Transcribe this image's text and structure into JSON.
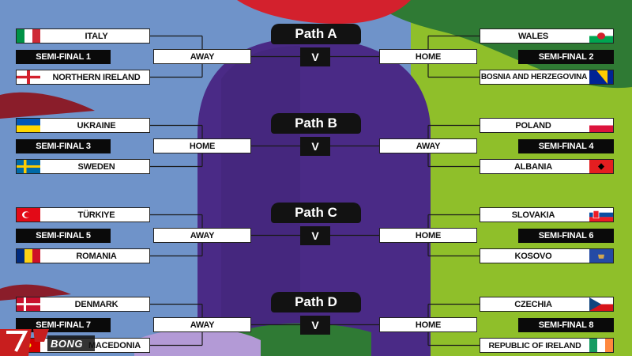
{
  "colors": {
    "background_blue": "#6f93c9",
    "purple": "#4a2a86",
    "green": "#8fbf2a",
    "dark_green": "#2f7a34",
    "red": "#d3212d",
    "box_dark": "#0a0a0a",
    "brand_red": "#c81e1e"
  },
  "paths": [
    {
      "label": "Path A",
      "vs": "V",
      "left": {
        "team1": "ITALY",
        "team1_flag": "italy-flag",
        "semi": "SEMI-FINAL 1",
        "team2": "NORTHERN IRELAND",
        "team2_flag": "northern-ireland-flag",
        "venue": "AWAY"
      },
      "right": {
        "team1": "WALES",
        "team1_flag": "wales-flag",
        "semi": "SEMI-FINAL 2",
        "team2": "BOSNIA AND HERZEGOVINA",
        "team2_flag": "bosnia-flag",
        "venue": "HOME"
      }
    },
    {
      "label": "Path B",
      "vs": "V",
      "left": {
        "team1": "UKRAINE",
        "team1_flag": "ukraine-flag",
        "semi": "SEMI-FINAL 3",
        "team2": "SWEDEN",
        "team2_flag": "sweden-flag",
        "venue": "HOME"
      },
      "right": {
        "team1": "POLAND",
        "team1_flag": "poland-flag",
        "semi": "SEMI-FINAL 4",
        "team2": "ALBANIA",
        "team2_flag": "albania-flag",
        "venue": "AWAY"
      }
    },
    {
      "label": "Path C",
      "vs": "V",
      "left": {
        "team1": "TÜRKIYE",
        "team1_flag": "turkiye-flag",
        "semi": "SEMI-FINAL 5",
        "team2": "ROMANIA",
        "team2_flag": "romania-flag",
        "venue": "AWAY"
      },
      "right": {
        "team1": "SLOVAKIA",
        "team1_flag": "slovakia-flag",
        "semi": "SEMI-FINAL 6",
        "team2": "KOSOVO",
        "team2_flag": "kosovo-flag",
        "venue": "HOME"
      }
    },
    {
      "label": "Path D",
      "vs": "V",
      "left": {
        "team1": "DENMARK",
        "team1_flag": "denmark-flag",
        "semi": "SEMI-FINAL 7",
        "team2": "MACEDONIA",
        "team2_flag": "north-macedonia-flag",
        "venue": "AWAY"
      },
      "right": {
        "team1": "CZECHIA",
        "team1_flag": "czechia-flag",
        "semi": "SEMI-FINAL 8",
        "team2": "REPUBLIC OF IRELAND",
        "team2_flag": "ireland-flag",
        "venue": "HOME"
      }
    }
  ],
  "watermark": {
    "logo_text": "BONG",
    "logo_icon": "7bong-logo-icon"
  }
}
